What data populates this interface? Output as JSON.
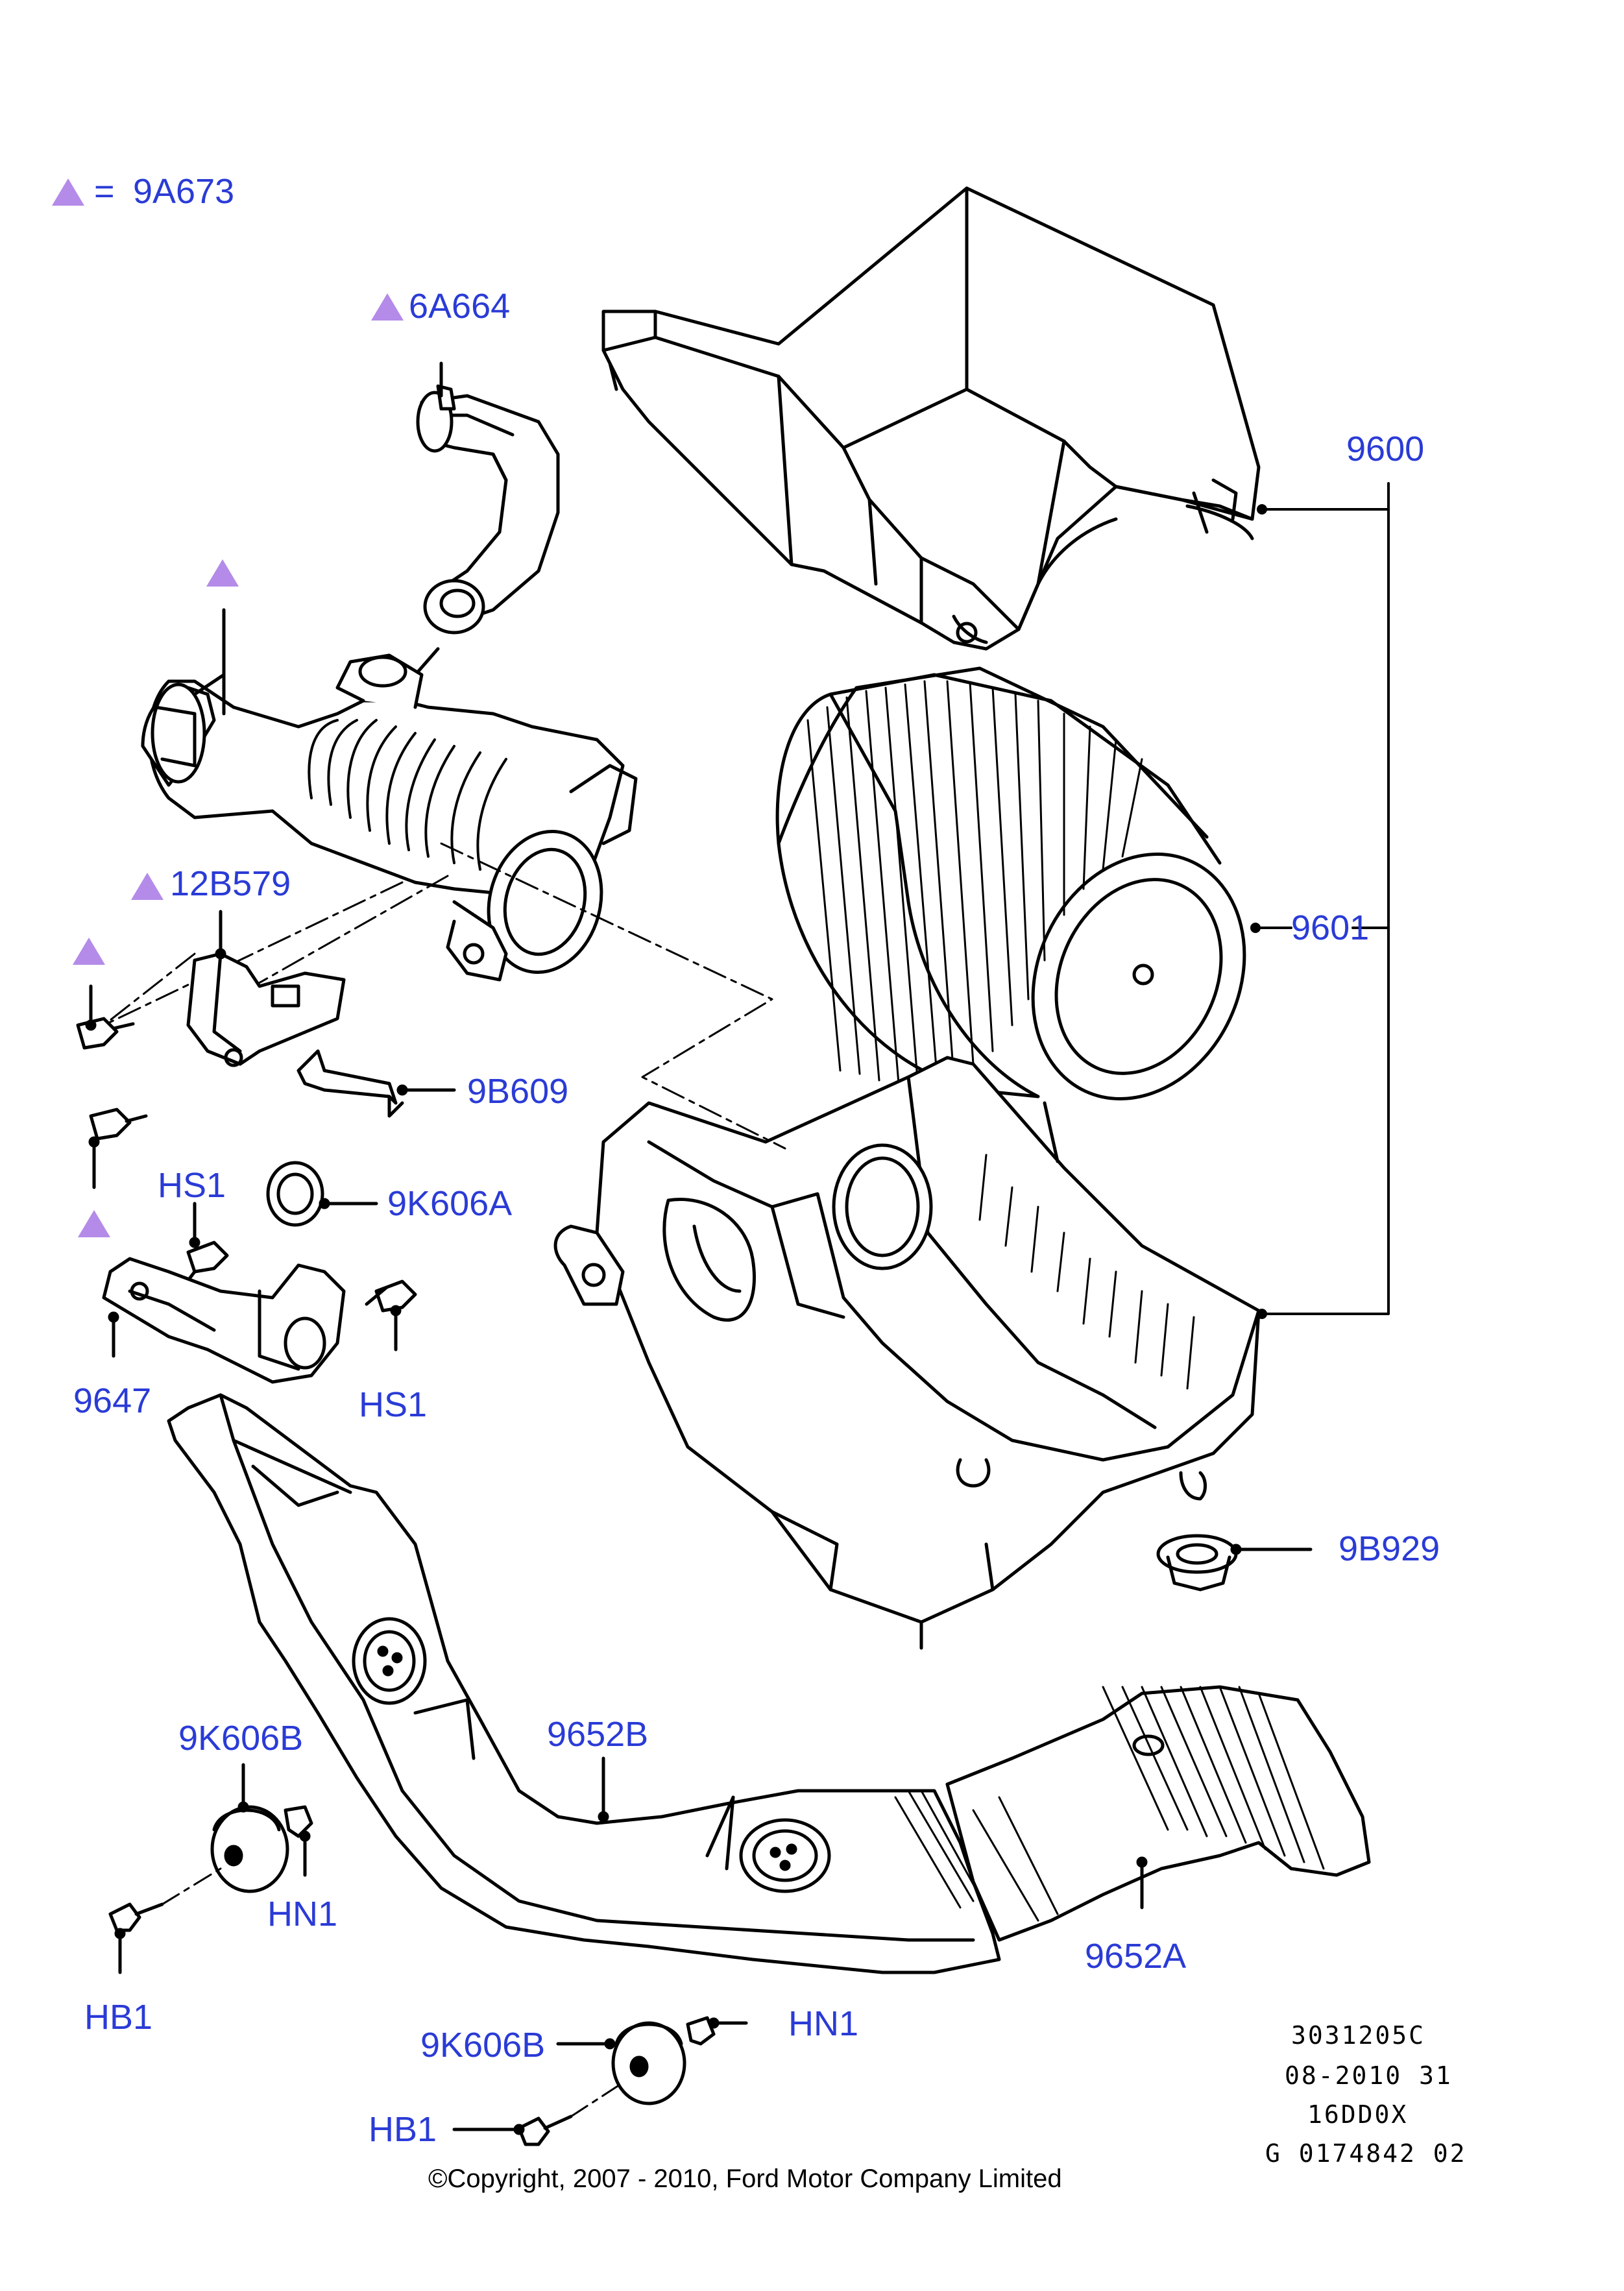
{
  "legend": {
    "symbol": "triangle",
    "equals": "=",
    "code": "9A673"
  },
  "labels": {
    "l_6a664": "6A664",
    "l_9600": "9600",
    "l_9601": "9601",
    "l_12b579": "12B579",
    "l_9b609": "9B609",
    "l_hs1_top": "HS1",
    "l_9k606a": "9K606A",
    "l_9647": "9647",
    "l_hs1_bottom": "HS1",
    "l_9b929": "9B929",
    "l_9k606b_left": "9K606B",
    "l_9652b": "9652B",
    "l_hn1_left": "HN1",
    "l_hb1_left": "HB1",
    "l_9652a": "9652A",
    "l_9k606b_bottom": "9K606B",
    "l_hn1_bottom": "HN1",
    "l_hb1_bottom": "HB1"
  },
  "reference": {
    "line1": "3031205C",
    "line2": "08-2010 31",
    "line3": "16DD0X",
    "line4": "G 0174842 02"
  },
  "copyright": "©Copyright, 2007 - 2010, Ford Motor Company Limited",
  "colors": {
    "label": "#2a3bd6",
    "marker": "#b48be8",
    "line": "#000000"
  }
}
